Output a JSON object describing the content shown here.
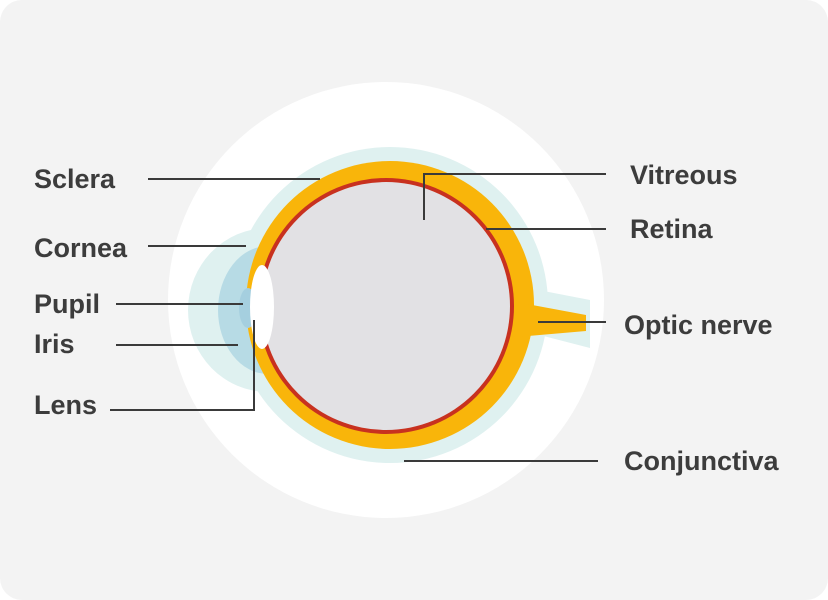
{
  "labels": {
    "sclera": "Sclera",
    "cornea": "Cornea",
    "pupil": "Pupil",
    "iris": "Iris",
    "lens": "Lens",
    "vitreous": "Vitreous",
    "retina": "Retina",
    "optic_nerve": "Optic nerve",
    "conjunctiva": "Conjunctiva"
  },
  "colors": {
    "card_background": "#f3f3f3",
    "backdrop_circle": "#ffffff",
    "conjunctiva": "#dff1f0",
    "cornea": "#b7dbe5",
    "iris": "#a5cfdf",
    "sclera": "#f9b50a",
    "retina": "#c8311f",
    "vitreous": "#e2e1e4",
    "lens": "#ffffff",
    "leader_line": "#3a3a3a",
    "label_text": "#3c3c3c"
  }
}
